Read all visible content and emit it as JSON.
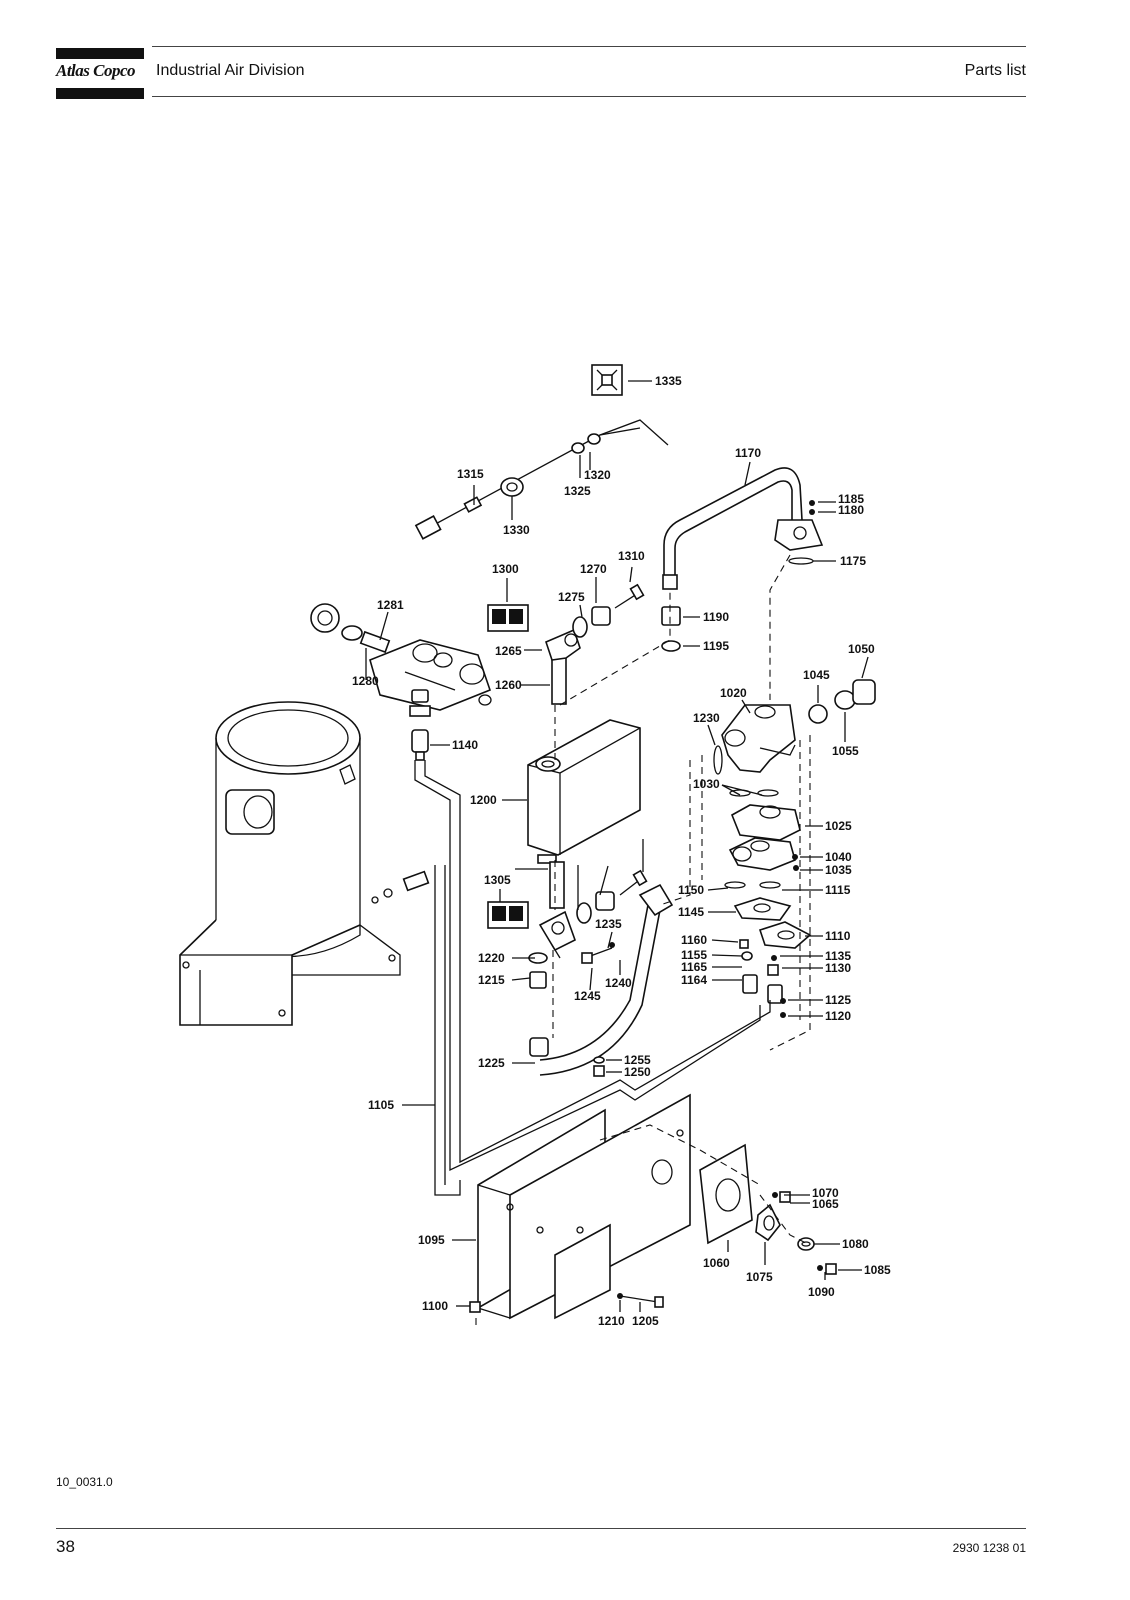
{
  "header": {
    "brand": "Atlas Copco",
    "division": "Industrial Air Division",
    "section": "Parts list"
  },
  "footer": {
    "figure_code": "10_0031.0",
    "page_number": "38",
    "document_number": "2930 1238 01"
  },
  "diagram": {
    "callouts": [
      "1335",
      "1320",
      "1325",
      "1315",
      "1330",
      "1170",
      "1185",
      "1180",
      "1175",
      "1310",
      "1300",
      "1270",
      "1275",
      "1265",
      "1260",
      "1281",
      "1280",
      "1190",
      "1195",
      "1050",
      "1045",
      "1055",
      "1020",
      "1230",
      "1140",
      "1200",
      "1030",
      "1025",
      "1040",
      "1035",
      "1115",
      "1150",
      "1145",
      "1110",
      "1160",
      "1155",
      "1165",
      "1164",
      "1135",
      "1130",
      "1125",
      "1120",
      "1305",
      "1235",
      "1220",
      "1215",
      "1240",
      "1245",
      "1255",
      "1250",
      "1225",
      "1105",
      "1070",
      "1065",
      "1080",
      "1085",
      "1090",
      "1095",
      "1060",
      "1075",
      "1100",
      "1210",
      "1205"
    ]
  }
}
